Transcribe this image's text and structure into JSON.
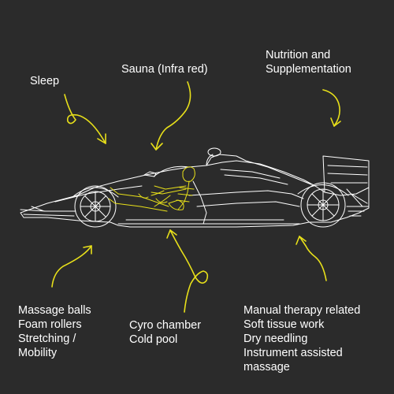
{
  "colors": {
    "background": "#2b2b2b",
    "text": "#ffffff",
    "car_line": "#ffffff",
    "accent": "#e8e01a"
  },
  "labels": {
    "sleep": [
      "Sleep"
    ],
    "sauna": [
      "Sauna (Infra red)"
    ],
    "nutrition": [
      "Nutrition and",
      "Supplementation"
    ],
    "massage": [
      "Massage balls",
      "Foam rollers",
      "Stretching /",
      "Mobility"
    ],
    "cryo": [
      "Cyro chamber",
      "Cold pool"
    ],
    "manual": [
      "Manual therapy related",
      "Soft tissue work",
      "Dry needling",
      "Instrument assisted",
      "massage"
    ]
  },
  "illustration": {
    "subject": "f1-race-car-line-drawing",
    "arrow_style": "hand-drawn-curly-arrow"
  }
}
